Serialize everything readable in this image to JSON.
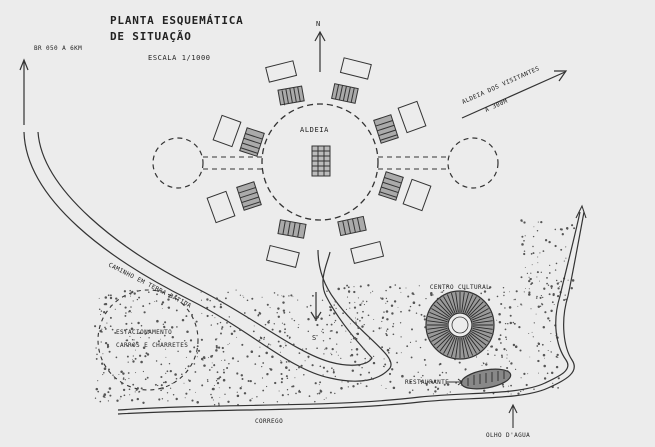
{
  "title": {
    "line1": "PLANTA ESQUEMÁTICA",
    "line2": "DE SITUAÇÃO",
    "scale": "ESCALA 1/1000"
  },
  "compass": {
    "north": "N",
    "south": "S"
  },
  "labels": {
    "village": "ALDEIA",
    "to_highway": "BR 050 A 6KM",
    "visitors_village_line1": "ALDEIA DOS VISITANTES",
    "visitors_village_line2": "A 300M",
    "dirt_road": "CAMINHO EM TERRA BATIDA",
    "parking_line1": "ESTACIONAMENTO",
    "parking_line2": "CARROS E CHARRETES",
    "cultural_center": "CENTRO CULTURAL",
    "restaurant": "RESTAURANTE",
    "stream": "CORREGO",
    "water_source": "OLHO D'AGUA"
  },
  "colors": {
    "paper": "#ececec",
    "ink": "#333333",
    "hatch": "#444444"
  }
}
